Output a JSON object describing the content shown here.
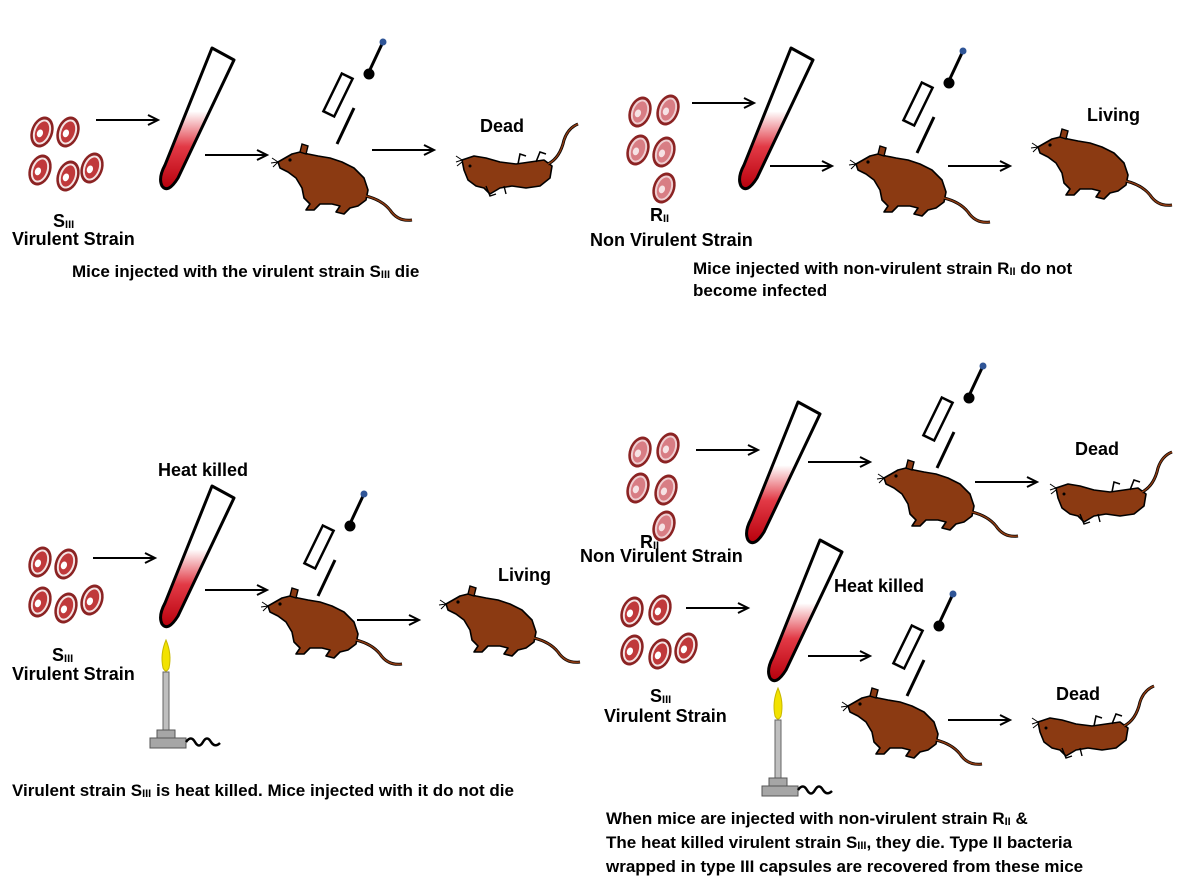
{
  "colors": {
    "cell_outer": "#8b2323",
    "cell_inner_virulent": "#c0393b",
    "cell_inner_nonvirulent": "#d87d84",
    "mouse_fill": "#8b3a12",
    "tube_blood": "#c40010",
    "syringe_tip": "#2f5597",
    "flame": "#f2e200",
    "burner": "#a6a6a6"
  },
  "icons": [
    "bacteria-cluster-icon",
    "test-tube-icon",
    "syringe-icon",
    "mouse-icon",
    "dead-mouse-icon",
    "bunsen-burner-icon",
    "arrow-icon"
  ],
  "panel1": {
    "strain_letter": "S",
    "strain_sub": "III",
    "strain_name": "Virulent Strain",
    "outcome": "Dead",
    "caption_a": "Mice injected with the virulent strain S",
    "caption_sub": "III",
    "caption_b": " die"
  },
  "panel2": {
    "strain_letter": "R",
    "strain_sub": "II",
    "strain_name": "Non Virulent Strain",
    "outcome": "Living",
    "caption_a": "Mice injected with non-virulent  strain R",
    "caption_sub": "II",
    "caption_b": " do not",
    "caption_c": "become infected"
  },
  "panel3": {
    "heat_label": "Heat killed",
    "strain_letter": "S",
    "strain_sub": "III",
    "strain_name": "Virulent Strain",
    "outcome": "Living",
    "caption_a": "Virulent strain S",
    "caption_sub": "III",
    "caption_b": " is heat killed. Mice injected  with it do not die"
  },
  "panel4": {
    "r_letter": "R",
    "r_sub": "II",
    "r_name": "Non Virulent Strain",
    "outcome_top": "Dead",
    "heat_label": "Heat killed",
    "s_letter": "S",
    "s_sub": "III",
    "s_name": "Virulent Strain",
    "outcome_bottom": "Dead",
    "caption_line1_a": "When mice are injected with non-virulent strain R",
    "caption_line1_sub": "II",
    "caption_line1_b": " &",
    "caption_line2_a": "The heat killed virulent strain S",
    "caption_line2_sub": "III",
    "caption_line2_b": ", they die. Type II bacteria",
    "caption_line3": "wrapped in type III capsules are recovered from these mice"
  }
}
